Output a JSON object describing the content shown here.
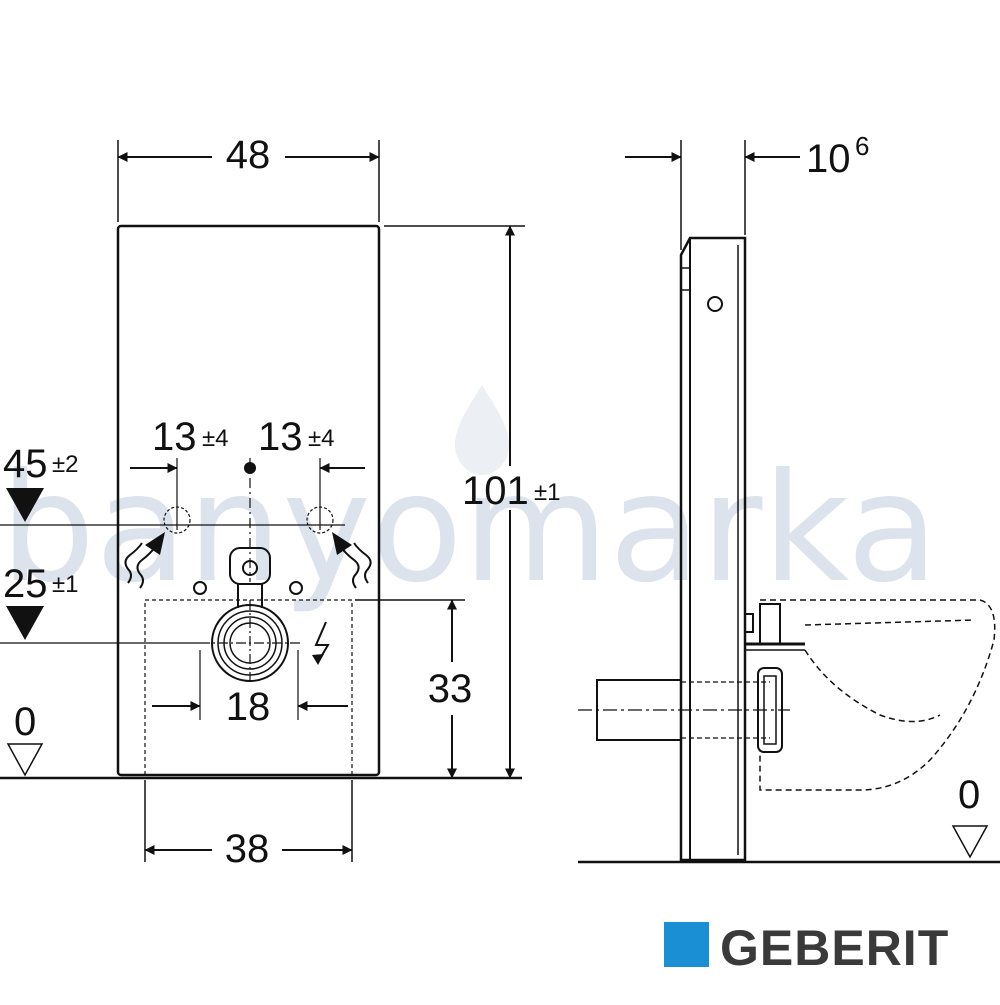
{
  "watermark": {
    "text": "banyomarka"
  },
  "brand": {
    "name": "GEBERIT",
    "color": "#1b8fd3"
  },
  "front_view": {
    "width_label": "48",
    "inner_width_label": "38",
    "height_label": "101",
    "height_tol": "±1",
    "spacing_left_label": "13",
    "spacing_left_tol": "±4",
    "spacing_right_label": "13",
    "spacing_right_tol": "±4",
    "water_height_label": "45",
    "water_height_tol": "±2",
    "power_height_label": "25",
    "power_height_tol": "±1",
    "drain_width_label": "18",
    "drain_height_label": "33",
    "floor_label": "0"
  },
  "side_view": {
    "depth_label": "10",
    "depth_sup": "6",
    "floor_label": "0"
  }
}
